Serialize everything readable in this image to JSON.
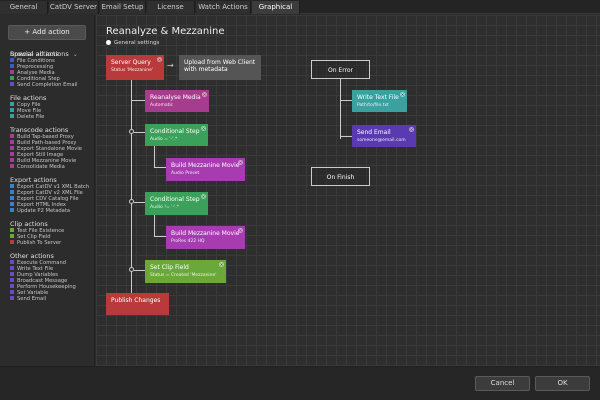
{
  "tabs": [
    {
      "label": "General"
    },
    {
      "label": "CatDV Server"
    },
    {
      "label": "Email Setup"
    },
    {
      "label": "License"
    },
    {
      "label": "Watch Actions"
    },
    {
      "label": "Graphical"
    }
  ],
  "sidebar": {
    "add_action": "+ Add action",
    "browse": "Browse all actions",
    "sections": [
      {
        "title": "Special actions",
        "items": [
          {
            "label": "File Conditions",
            "color": "#3b5fc0"
          },
          {
            "label": "Preprocessing",
            "color": "#3b5fc0"
          },
          {
            "label": "Analyse Media",
            "color": "#a63c8e"
          },
          {
            "label": "Conditional Step",
            "color": "#3aa05a"
          },
          {
            "label": "Send Completion Email",
            "color": "#6a4bc4"
          }
        ]
      },
      {
        "title": "File actions",
        "items": [
          {
            "label": "Copy File",
            "color": "#3aa0a0"
          },
          {
            "label": "Move File",
            "color": "#3aa0a0"
          },
          {
            "label": "Delete File",
            "color": "#3aa0a0"
          }
        ]
      },
      {
        "title": "Transcode actions",
        "items": [
          {
            "label": "Build Tap-based Proxy",
            "color": "#a63c9a"
          },
          {
            "label": "Build Path-based Proxy",
            "color": "#a63c9a"
          },
          {
            "label": "Export Standalone Movie",
            "color": "#a63c9a"
          },
          {
            "label": "Export Still Image",
            "color": "#a63c9a"
          },
          {
            "label": "Build Mezzanine Movie",
            "color": "#a63c9a"
          },
          {
            "label": "Consolidate Media",
            "color": "#a63c9a"
          }
        ]
      },
      {
        "title": "Export actions",
        "items": [
          {
            "label": "Export CatDV v1 XML Batch",
            "color": "#3b7fd0"
          },
          {
            "label": "Export CatDV v2 XML File",
            "color": "#3b7fd0"
          },
          {
            "label": "Export CDV Catalog File",
            "color": "#3b7fd0"
          },
          {
            "label": "Export HTML Index",
            "color": "#3b7fd0"
          },
          {
            "label": "Update P2 Metadata",
            "color": "#3b7fd0"
          }
        ]
      },
      {
        "title": "Clip actions",
        "items": [
          {
            "label": "Test File Existence",
            "color": "#6aa83a"
          },
          {
            "label": "Set Clip Field",
            "color": "#6aa83a"
          },
          {
            "label": "Publish To Server",
            "color": "#c03a3a"
          }
        ]
      },
      {
        "title": "Other actions",
        "items": [
          {
            "label": "Execute Command",
            "color": "#6a4bc4"
          },
          {
            "label": "Write Text File",
            "color": "#6a4bc4"
          },
          {
            "label": "Dump Variables",
            "color": "#6a4bc4"
          },
          {
            "label": "Broadcast Message",
            "color": "#6a4bc4"
          },
          {
            "label": "Perform Housekeeping",
            "color": "#6a4bc4"
          },
          {
            "label": "Set Variable",
            "color": "#6a4bc4"
          },
          {
            "label": "Send Email",
            "color": "#6a4bc4"
          }
        ]
      }
    ]
  },
  "main": {
    "title": "Reanalyze & Mezzanine",
    "settings": "General settings"
  },
  "nodes": {
    "server_query": {
      "label": "Server Query",
      "sub": "Status 'Mezzanine'",
      "color": "#b83a3a"
    },
    "upload": {
      "label": "Upload from Web Client with metadata",
      "color": "#555555"
    },
    "reanalyse": {
      "label": "Reanalyse Media",
      "sub": "Automatic",
      "color": "#a63c8e"
    },
    "cond1": {
      "label": "Conditional Step",
      "sub": "Audio = '-'.*",
      "color": "#3aa05a"
    },
    "mezz1": {
      "label": "Build Mezzanine Movie",
      "sub": "Audio Preset",
      "color": "#a63cb0"
    },
    "cond2": {
      "label": "Conditional Step",
      "sub": "Audio != '-'.*",
      "color": "#3aa05a"
    },
    "mezz2": {
      "label": "Build Mezzanine Movie",
      "sub": "ProRes 422 HQ",
      "color": "#a63cb0"
    },
    "set_clip": {
      "label": "Set Clip Field",
      "sub": "Status = Created 'Mezzanine'",
      "color": "#6aa83a"
    },
    "publish": {
      "label": "Publish Changes",
      "color": "#b83a3a"
    },
    "on_error": {
      "label": "On Error"
    },
    "write_text": {
      "label": "Write Text File",
      "sub": "Path/to/file.txt",
      "color": "#3aa0a0"
    },
    "send_email": {
      "label": "Send Email",
      "sub": "someone@email.com",
      "color": "#5a3ab0"
    },
    "on_finish": {
      "label": "On Finish"
    }
  },
  "footer": {
    "cancel": "Cancel",
    "ok": "OK"
  }
}
